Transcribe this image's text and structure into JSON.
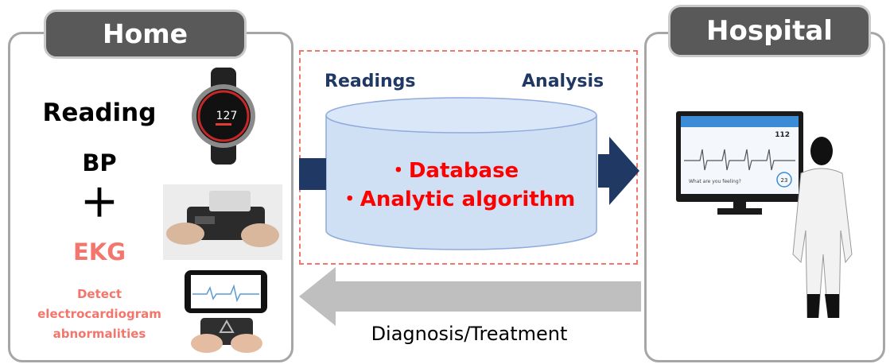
{
  "home": {
    "title": "Home",
    "reading": "Reading",
    "bp": "BP",
    "plus": "＋",
    "ekg": "EKG",
    "detect_lines": [
      "Detect",
      "electrocardiogram",
      "abnormalities"
    ]
  },
  "hospital": {
    "title": "Hospital",
    "monitor_hr": "112",
    "monitor_prompt": "What are you feeling?",
    "monitor_score": "23"
  },
  "center": {
    "readings_label": "Readings",
    "analysis_label": "Analysis",
    "items": [
      "・Database",
      "・Analytic algorithm"
    ]
  },
  "bottom": {
    "arrow_label": "Diagnosis/Treatment"
  },
  "devices": {
    "watch_value": "127"
  },
  "colors": {
    "navy": "#1f3864",
    "red": "#ff0000",
    "salmon": "#f4756b",
    "cylinder": "#cfe0f5",
    "dash": "#f4756b",
    "grey_arrow": "#bfbfbf"
  }
}
